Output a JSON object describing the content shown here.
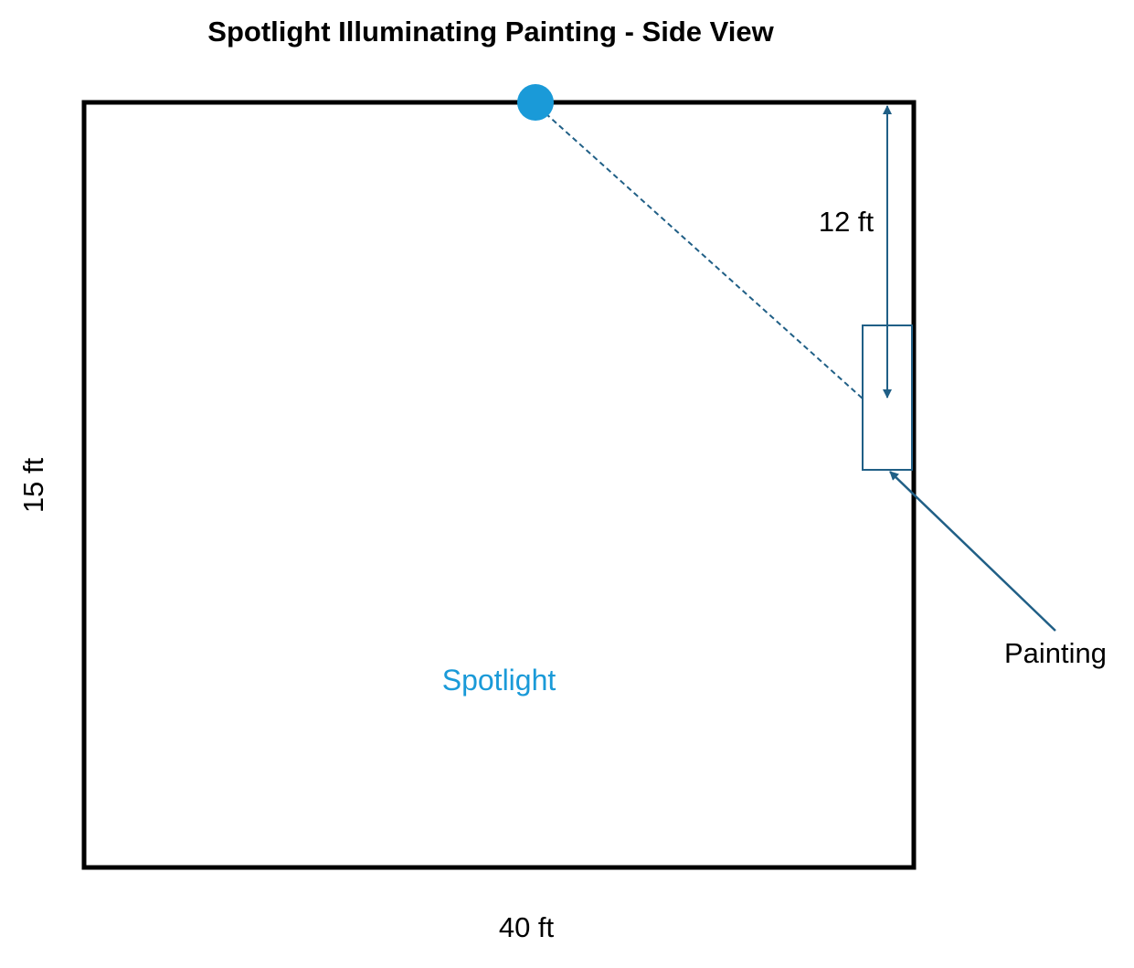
{
  "diagram": {
    "title": "Spotlight Illuminating Painting - Side View",
    "room_height_label": "15 ft",
    "room_width_label": "40 ft",
    "distance_label": "12 ft",
    "painting_label": "Painting",
    "spotlight_label": "Spotlight"
  },
  "colors": {
    "room_outline": "#000000",
    "spotlight": "#1a9ad8",
    "spotlight_text": "#1a9ad8",
    "annotation": "#205f86"
  }
}
